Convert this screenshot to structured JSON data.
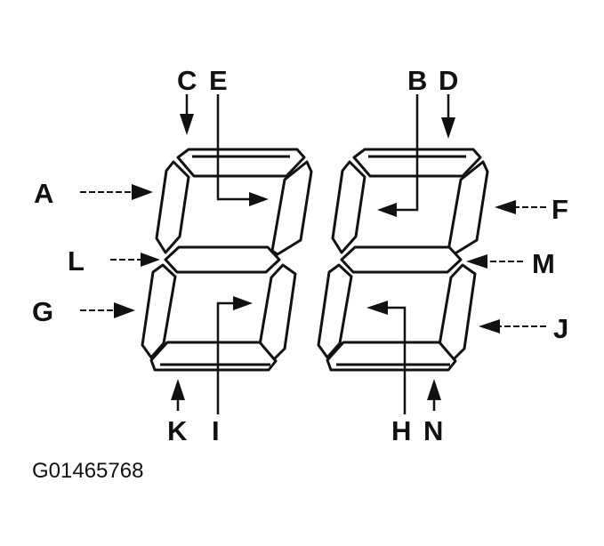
{
  "diagram": {
    "labels": {
      "A": "A",
      "B": "B",
      "C": "C",
      "D": "D",
      "E": "E",
      "F": "F",
      "G": "G",
      "H": "H",
      "I": "I",
      "J": "J",
      "K": "K",
      "L": "L",
      "M": "M",
      "N": "N"
    },
    "figure_code": "G01465768"
  }
}
